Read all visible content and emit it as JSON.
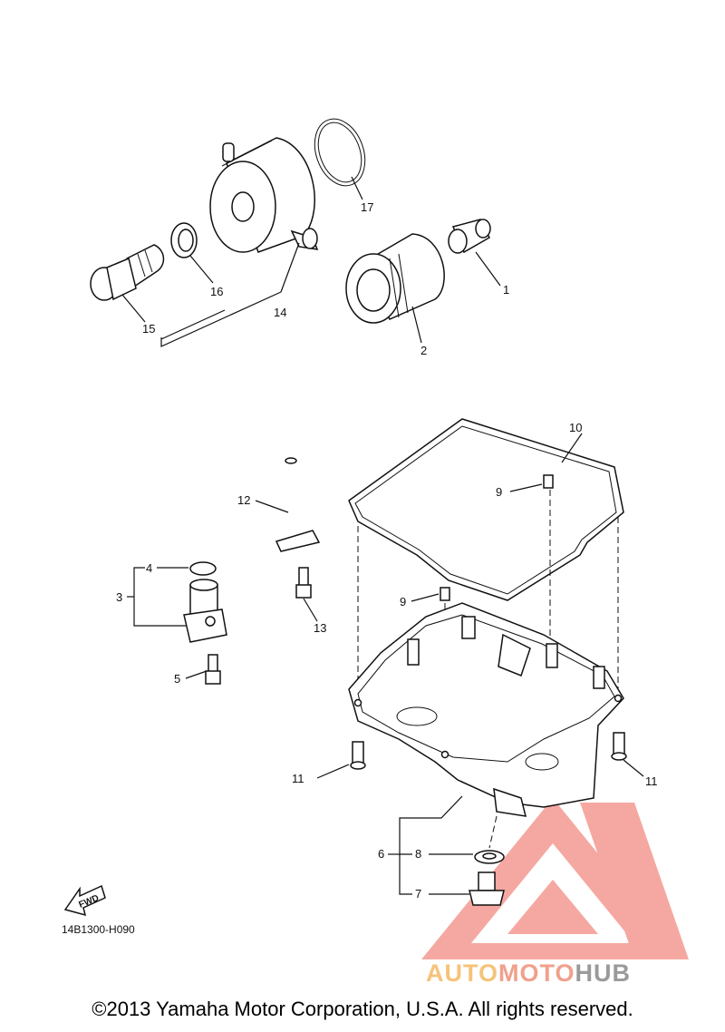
{
  "callouts": {
    "c1": "1",
    "c2": "2",
    "c3": "3",
    "c4": "4",
    "c5": "5",
    "c6": "6",
    "c7": "7",
    "c8": "8",
    "c9a": "9",
    "c9b": "9",
    "c10": "10",
    "c11a": "11",
    "c11b": "11",
    "c12": "12",
    "c13": "13",
    "c14": "14",
    "c15": "15",
    "c16": "16",
    "c17": "17"
  },
  "fwd_label": "FWD",
  "diagram_code": "14B1300-H090",
  "copyright": "©2013 Yamaha Motor Corporation, U.S.A. All rights reserved.",
  "watermark": {
    "part1": "AUTO",
    "part2": "MOTO",
    "part3": "HUB",
    "colors": {
      "auto": "#f6c37a",
      "moto": "#f0a08c",
      "hub": "#9a9a9a",
      "logo": "#f28b82"
    }
  }
}
